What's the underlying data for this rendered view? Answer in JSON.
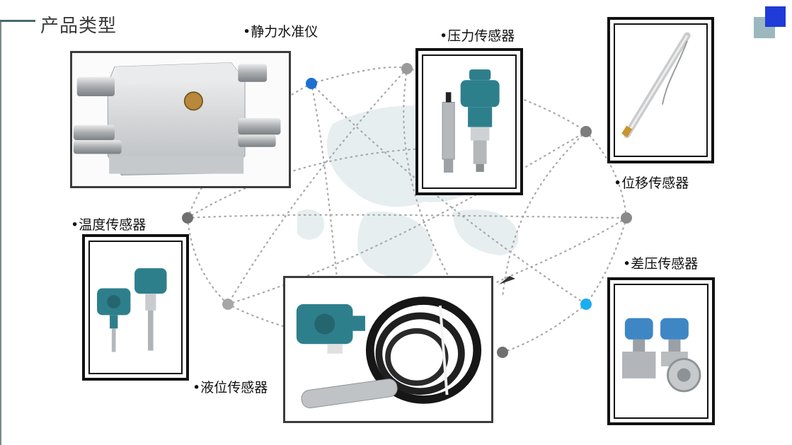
{
  "slide": {
    "title": "产品类型",
    "labels": {
      "static_level": "•静力水准仪",
      "pressure": "•压力传感器",
      "displacement": "•位移传感器",
      "temperature": "•温度传感器",
      "diff_pressure": "•差压传感器",
      "liquid_level": "•液位传感器"
    },
    "colors": {
      "accent_blue": "#1f3bd8",
      "accent_teal": "#8fb0b6",
      "node_blue": "#1d6fd1",
      "node_cyan": "#1aaef0",
      "node_gray": "#9a9a9a",
      "product_teal": "#2e7f8c"
    }
  }
}
